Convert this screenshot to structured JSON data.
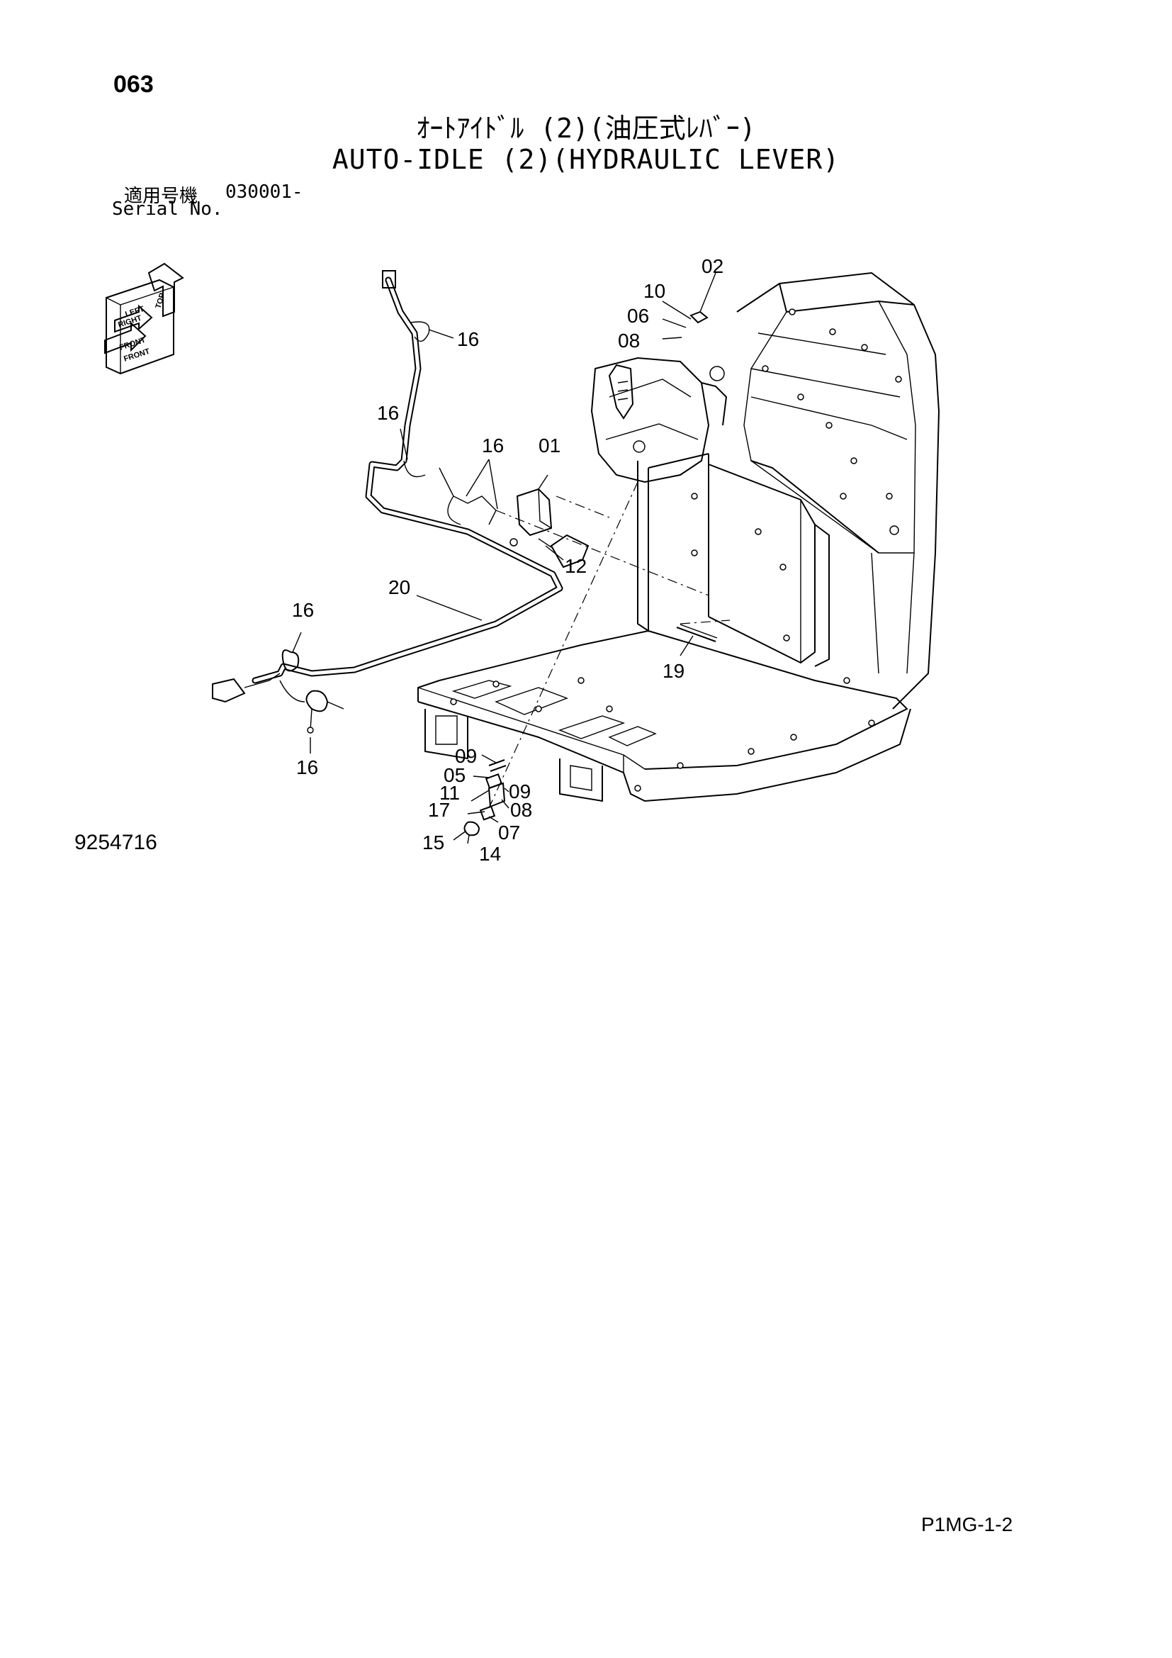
{
  "header": {
    "page_number": "063",
    "title_jp": "ｵｰﾄｱｲﾄﾞﾙ (2)(油圧式ﾚﾊﾞｰ)",
    "title_en": "AUTO-IDLE (2)(HYDRAULIC LEVER)",
    "serial_label_jp": "適用号機",
    "serial_value": "030001-",
    "serial_label_en": "Serial No."
  },
  "orientation_indicator": {
    "labels": [
      "TOP",
      "LEFT",
      "RIGHT",
      "FRONT",
      "FRONT"
    ]
  },
  "callouts": [
    {
      "id": "02",
      "text": "02"
    },
    {
      "id": "10",
      "text": "10"
    },
    {
      "id": "06",
      "text": "06"
    },
    {
      "id": "08a",
      "text": "08"
    },
    {
      "id": "16a",
      "text": "16"
    },
    {
      "id": "16b",
      "text": "16"
    },
    {
      "id": "16c",
      "text": "16"
    },
    {
      "id": "01",
      "text": "01"
    },
    {
      "id": "12",
      "text": "12"
    },
    {
      "id": "20",
      "text": "20"
    },
    {
      "id": "16d",
      "text": "16"
    },
    {
      "id": "19",
      "text": "19"
    },
    {
      "id": "16e",
      "text": "16"
    },
    {
      "id": "09a",
      "text": "09"
    },
    {
      "id": "05",
      "text": "05"
    },
    {
      "id": "11",
      "text": "11"
    },
    {
      "id": "09b",
      "text": "09"
    },
    {
      "id": "17",
      "text": "17"
    },
    {
      "id": "08b",
      "text": "08"
    },
    {
      "id": "07",
      "text": "07"
    },
    {
      "id": "15",
      "text": "15"
    },
    {
      "id": "14",
      "text": "14"
    }
  ],
  "footer": {
    "drawing_number": "9254716",
    "page_code": "P1MG-1-2"
  }
}
